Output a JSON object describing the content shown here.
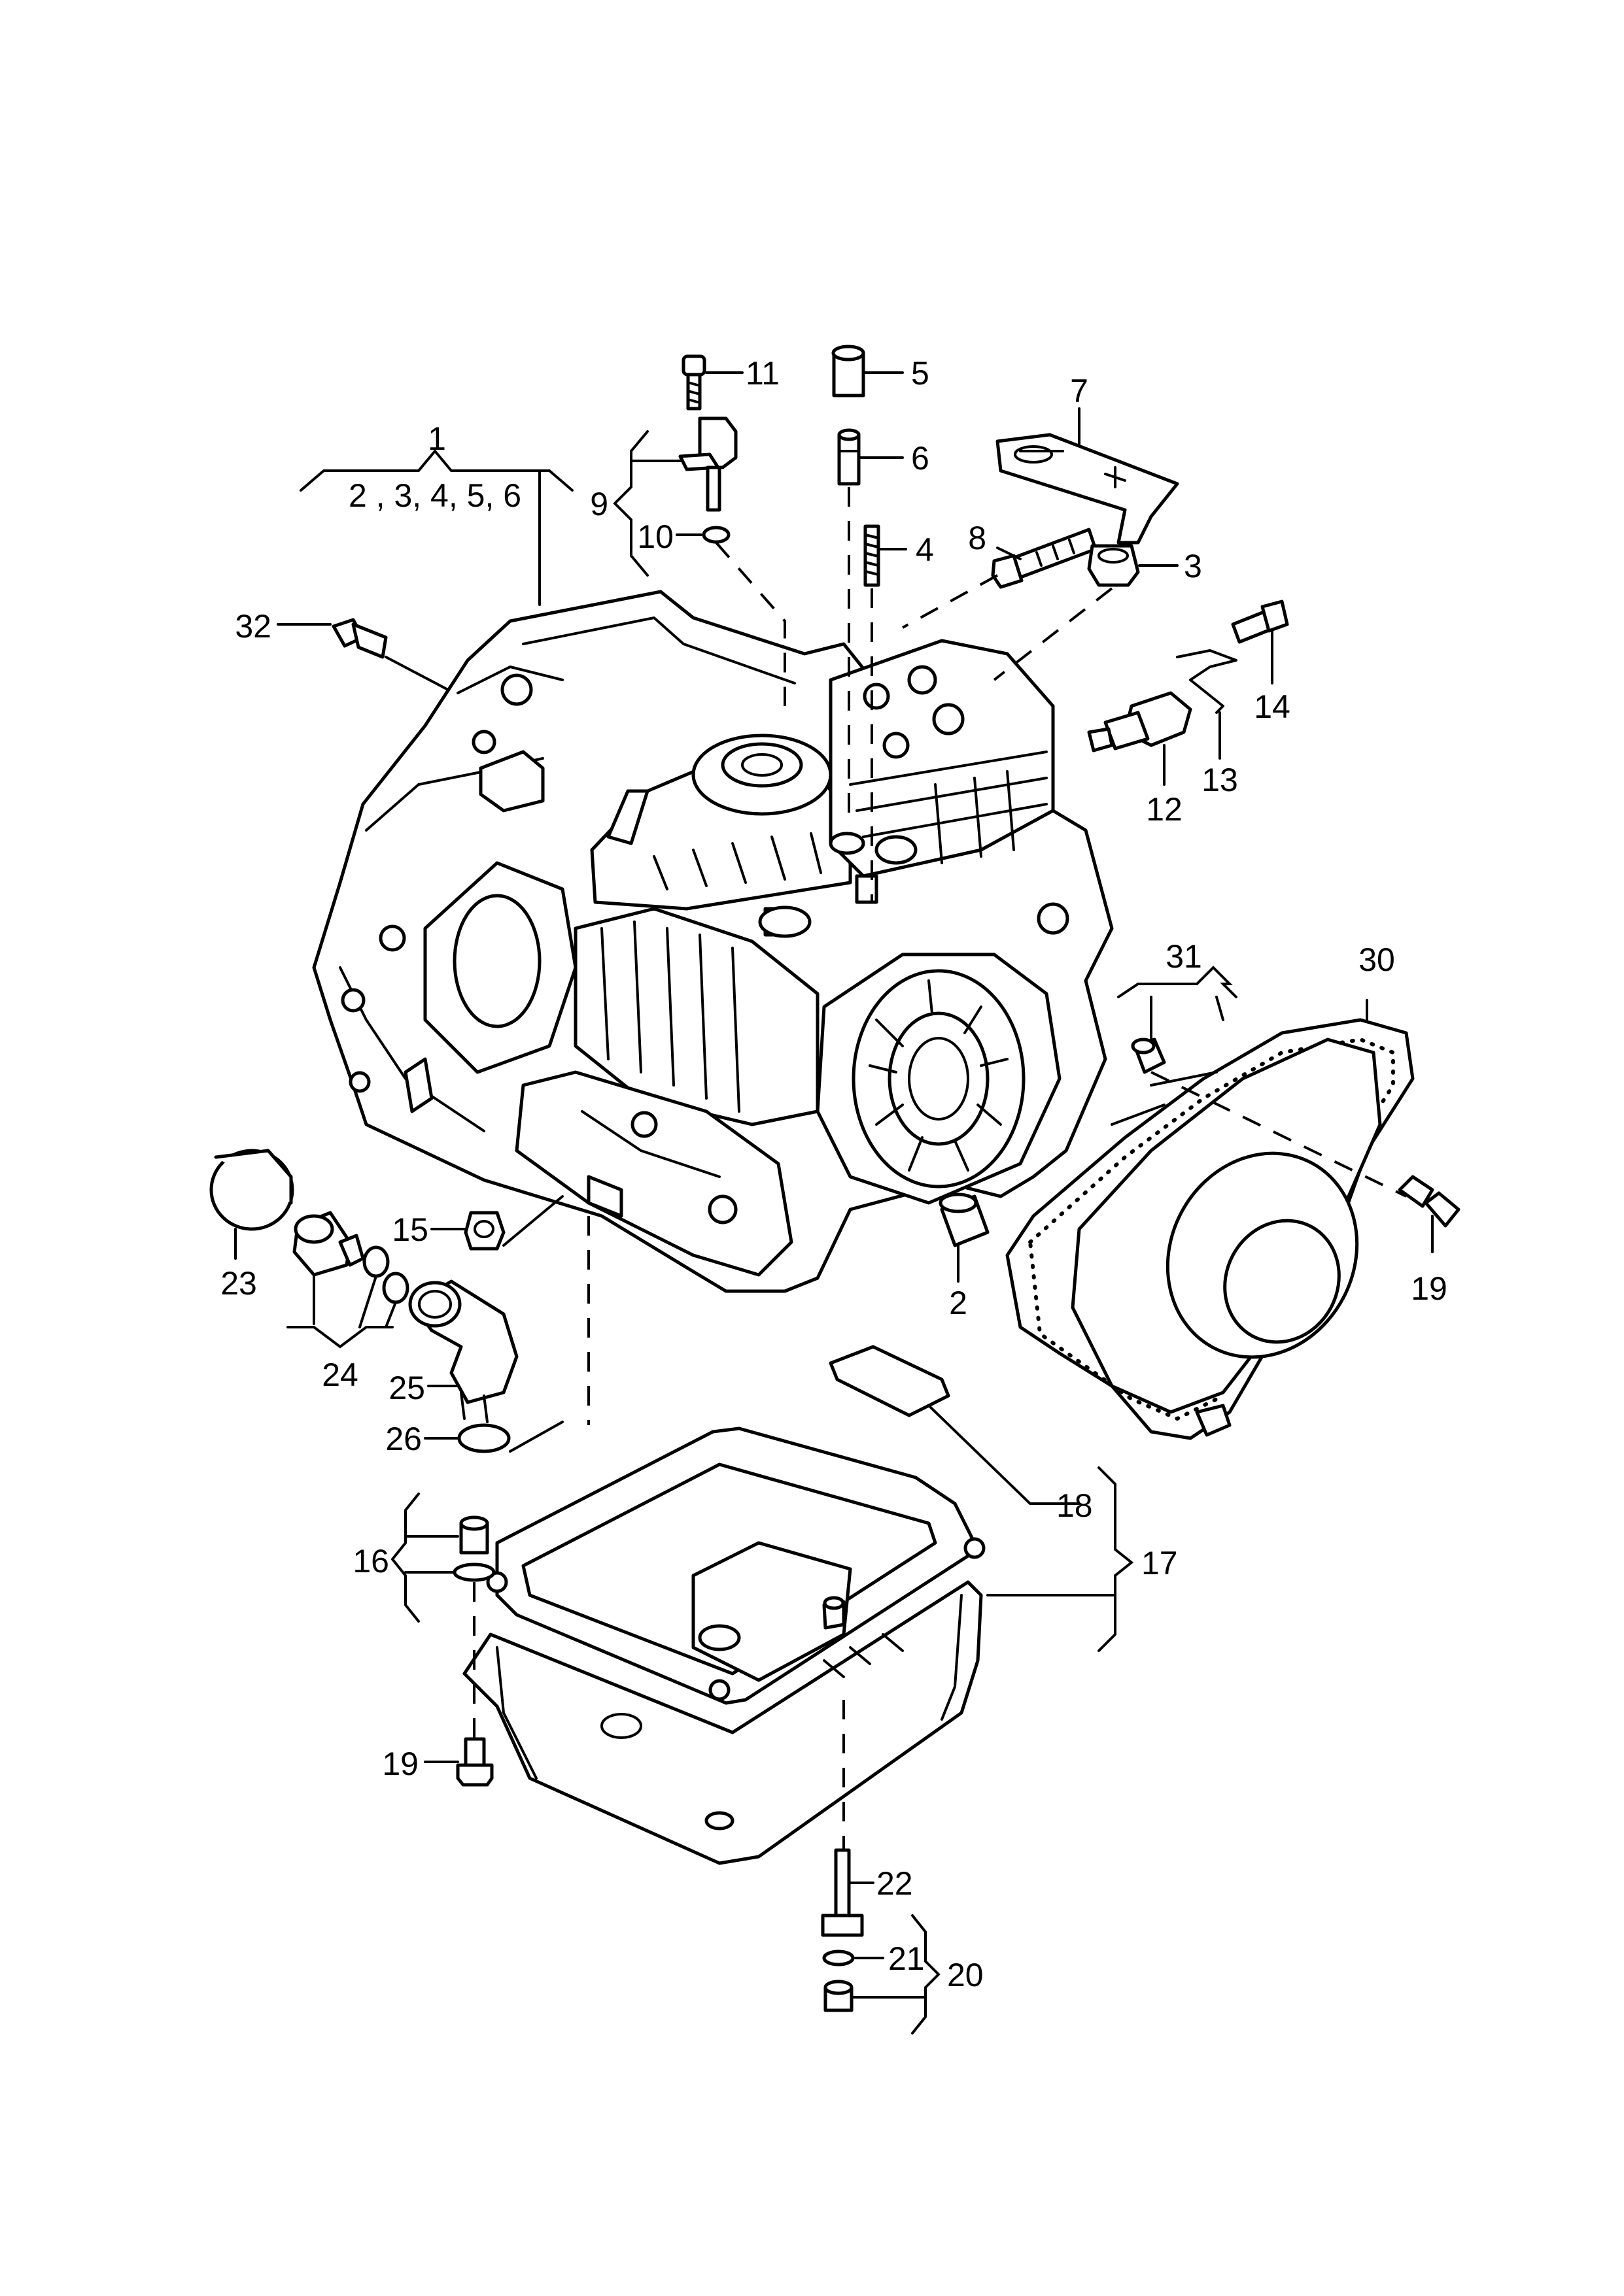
{
  "callouts": {
    "c1": "1",
    "c1_members": "2 , 3, 4, 5, 6",
    "c2": "2",
    "c3": "3",
    "c4": "4",
    "c5": "5",
    "c6": "6",
    "c7": "7",
    "c8": "8",
    "c9": "9",
    "c10": "10",
    "c11": "11",
    "c12": "12",
    "c13": "13",
    "c14": "14",
    "c15": "15",
    "c16": "16",
    "c17": "17",
    "c18": "18",
    "c19a": "19",
    "c19b": "19",
    "c20": "20",
    "c21": "21",
    "c22": "22",
    "c23": "23",
    "c24": "24",
    "c25": "25",
    "c26": "26",
    "c30": "30",
    "c31": "31",
    "c32": "32"
  }
}
